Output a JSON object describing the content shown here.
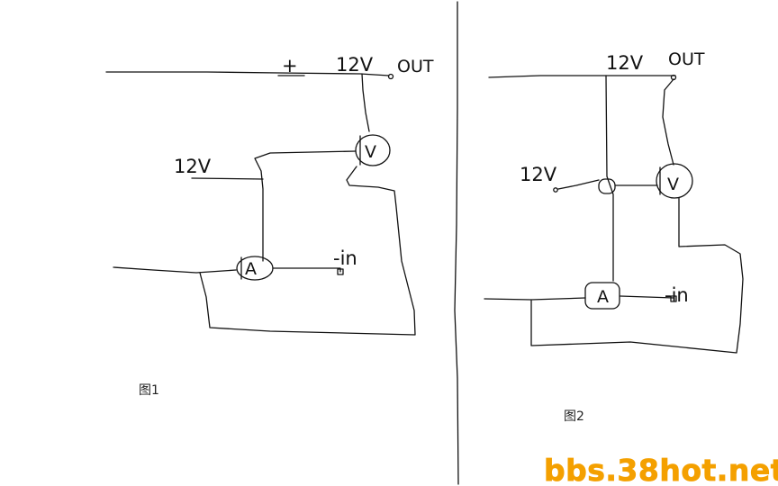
{
  "figure1": {
    "plus_label": "+",
    "top_12v": "12V",
    "out_label": "OUT",
    "supply_12v": "12V",
    "opamp_letter": "A",
    "transistor_letter": "V",
    "minus_in_label": "-in",
    "caption": "图1"
  },
  "figure2": {
    "top_12v": "12V",
    "out_label": "OUT",
    "supply_12v": "12V",
    "opamp_letter": "A",
    "transistor_letter": "V",
    "minus_in_label": "-in",
    "caption": "图2"
  },
  "watermark": "bbs.38hot.net",
  "colors": {
    "ink": "#111111",
    "watermark": "#f4a000",
    "background": "#ffffff"
  }
}
